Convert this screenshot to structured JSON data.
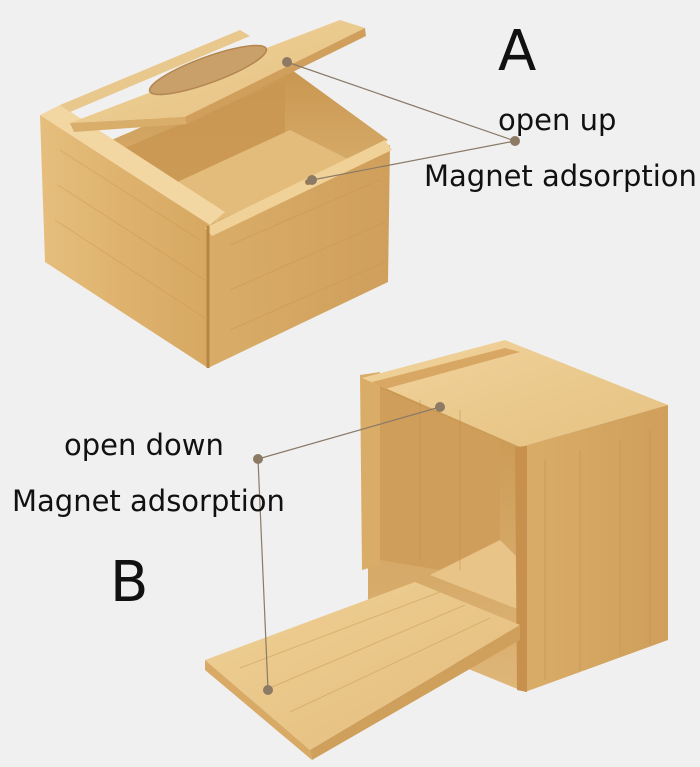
{
  "figure_a": {
    "letter": "A",
    "label_open": "open up",
    "label_magnet": "Magnet adsorption"
  },
  "figure_b": {
    "letter": "B",
    "label_open": "open down",
    "label_magnet": "Magnet adsorption"
  },
  "colors": {
    "background": "#f0f0f0",
    "wood_light": "#e9c88c",
    "wood_mid": "#d8ac67",
    "wood_dark": "#b98545",
    "callout_line": "#8a7a68",
    "callout_dot": "#8c7a64"
  }
}
